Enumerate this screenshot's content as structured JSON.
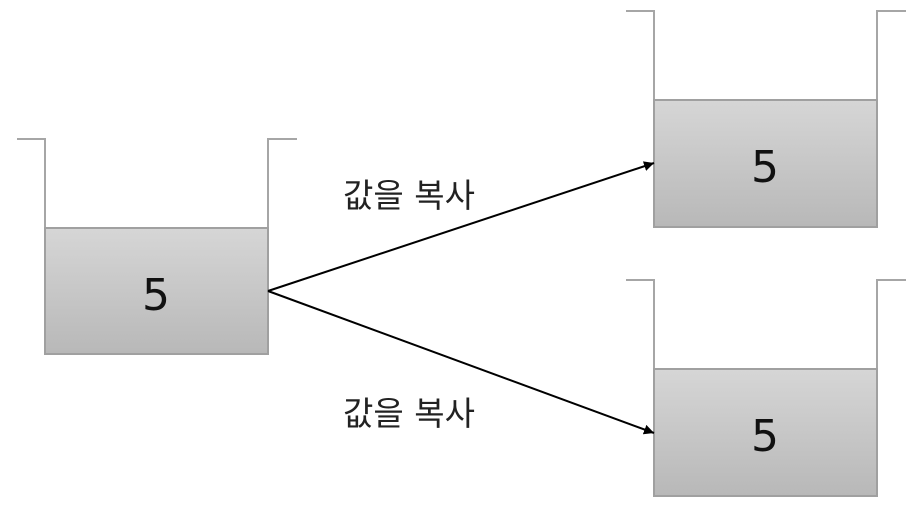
{
  "diagram": {
    "source": {
      "value": "5"
    },
    "targets": [
      {
        "value": "5"
      },
      {
        "value": "5"
      }
    ],
    "arrows": [
      {
        "label": "값을 복사"
      },
      {
        "label": "값을 복사"
      }
    ]
  }
}
